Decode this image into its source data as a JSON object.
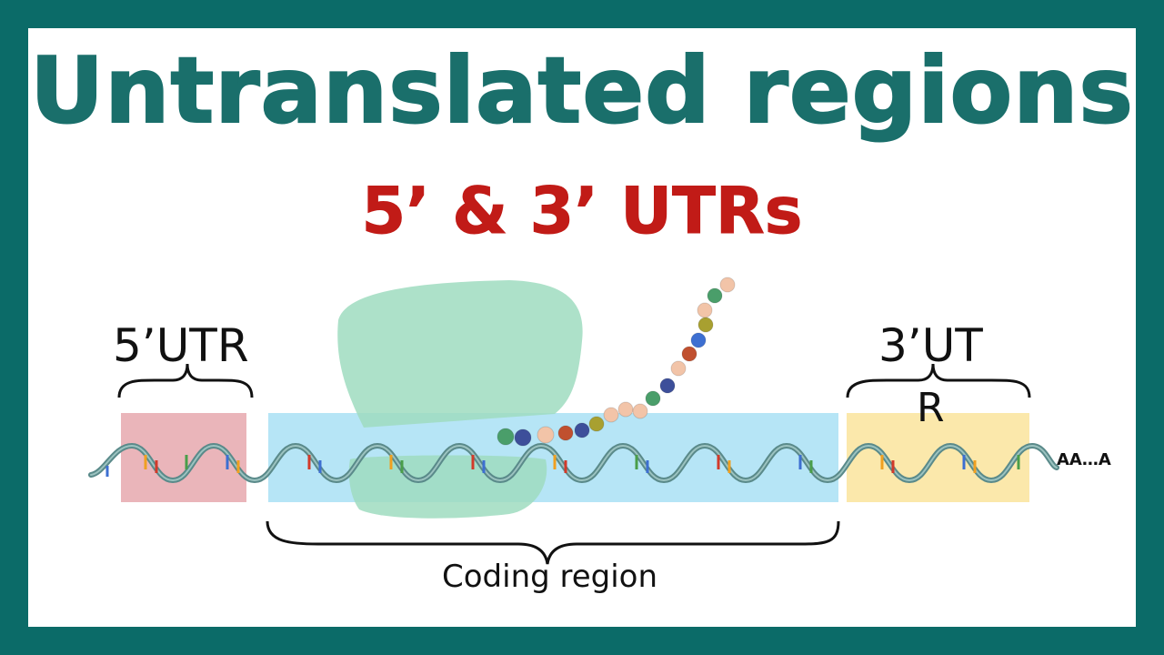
{
  "title": "Untranslated regions",
  "subtitle": "5’ & 3’ UTRs",
  "labels": {
    "utr5": "5’UTR",
    "utr3_line1": "3’UT",
    "utr3_line2": "R",
    "coding_region": "Coding region",
    "poly_a_tail": "AA…A"
  },
  "colors": {
    "frame": "#0b6b68",
    "title": "#1a6f6b",
    "subtitle": "#c11b17",
    "utr5_box": "#e6a8ae",
    "coding_box": "#aee2f5",
    "utr3_box": "#fbe7a6",
    "ribosome": "#9fdcc0",
    "mrna_strand": "#5a8a8a"
  }
}
